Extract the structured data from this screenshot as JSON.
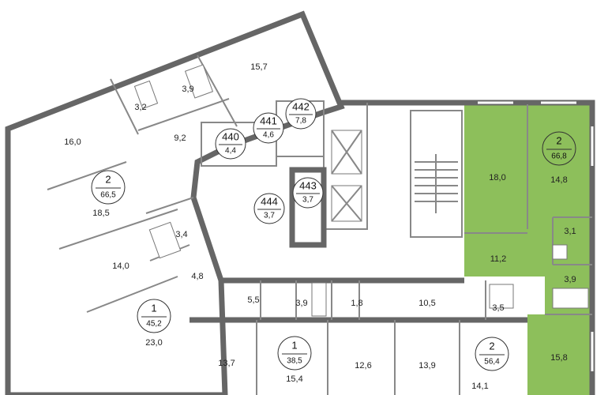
{
  "colors": {
    "highlight": "#8dbf5b",
    "wall": "#666666",
    "background": "#ffffff"
  },
  "apartments": [
    {
      "rooms": "2",
      "area": "66,5"
    },
    {
      "rooms": "1",
      "area": "45,2"
    },
    {
      "rooms": "1",
      "area": "38,5"
    },
    {
      "rooms": "2",
      "area": "56,4"
    },
    {
      "rooms": "2",
      "area": "66,8"
    }
  ],
  "storage": [
    {
      "number": "440",
      "area": "4,4"
    },
    {
      "number": "441",
      "area": "4,6"
    },
    {
      "number": "442",
      "area": "7,8"
    },
    {
      "number": "443",
      "area": "3,7"
    },
    {
      "number": "444",
      "area": "3,7"
    }
  ],
  "rooms": [
    "15,7",
    "3,9",
    "3,2",
    "9,2",
    "16,0",
    "18,5",
    "3,4",
    "14,0",
    "4,8",
    "23,0",
    "5,5",
    "3,9",
    "1,8",
    "10,5",
    "3,5",
    "13,7",
    "15,4",
    "12,6",
    "13,9",
    "14,1",
    "18,0",
    "14,8",
    "3,1",
    "11,2",
    "3,9",
    "15,8"
  ]
}
